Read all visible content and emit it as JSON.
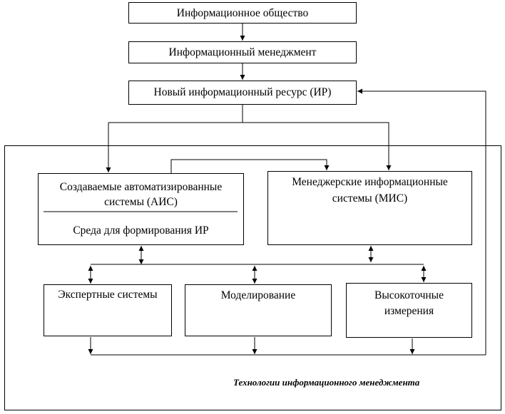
{
  "nodes": {
    "info_society": "Информационное общество",
    "info_management": "Информационный менеджмент",
    "new_info_resource": "Новый информационный ресурс (ИР)",
    "ais_line1": "Создаваемые автоматизированные",
    "ais_line2": "системы (АИС)",
    "ir_environment": "Среда для формирования ИР",
    "mis_line1": "Менеджерские информационные",
    "mis_line2": "системы (МИС)",
    "expert_systems": "Экспертные системы",
    "modeling": "Моделирование",
    "precision_line1": "Высокоточные",
    "precision_line2": "измерения"
  },
  "group_caption": "Технологии информационного менеджмента"
}
